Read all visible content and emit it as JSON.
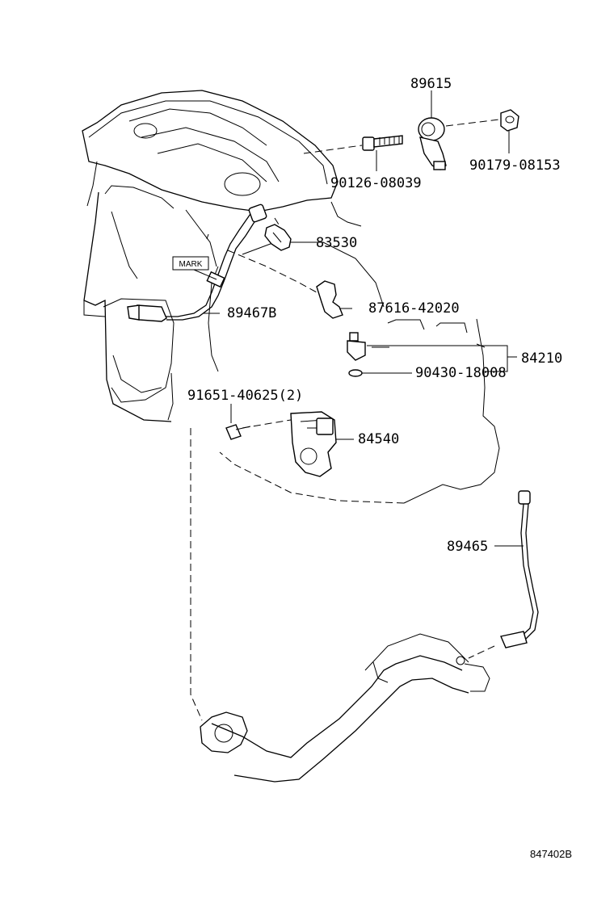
{
  "labels": {
    "knock_sensor": "89615",
    "knock_nut": "90179-08153",
    "knock_stud": "90126-08039",
    "oil_pressure_switch": "83530",
    "upper_oxygen_sensor": "89467B",
    "mark_tag": "MARK",
    "clamp": "87616-42020",
    "speed_sensor": "84210",
    "gasket": "90430-18008",
    "bolt": "91651-40625(2)",
    "neutral_switch": "84540",
    "lower_oxygen_sensor": "89465"
  },
  "figure_id": "847402B"
}
